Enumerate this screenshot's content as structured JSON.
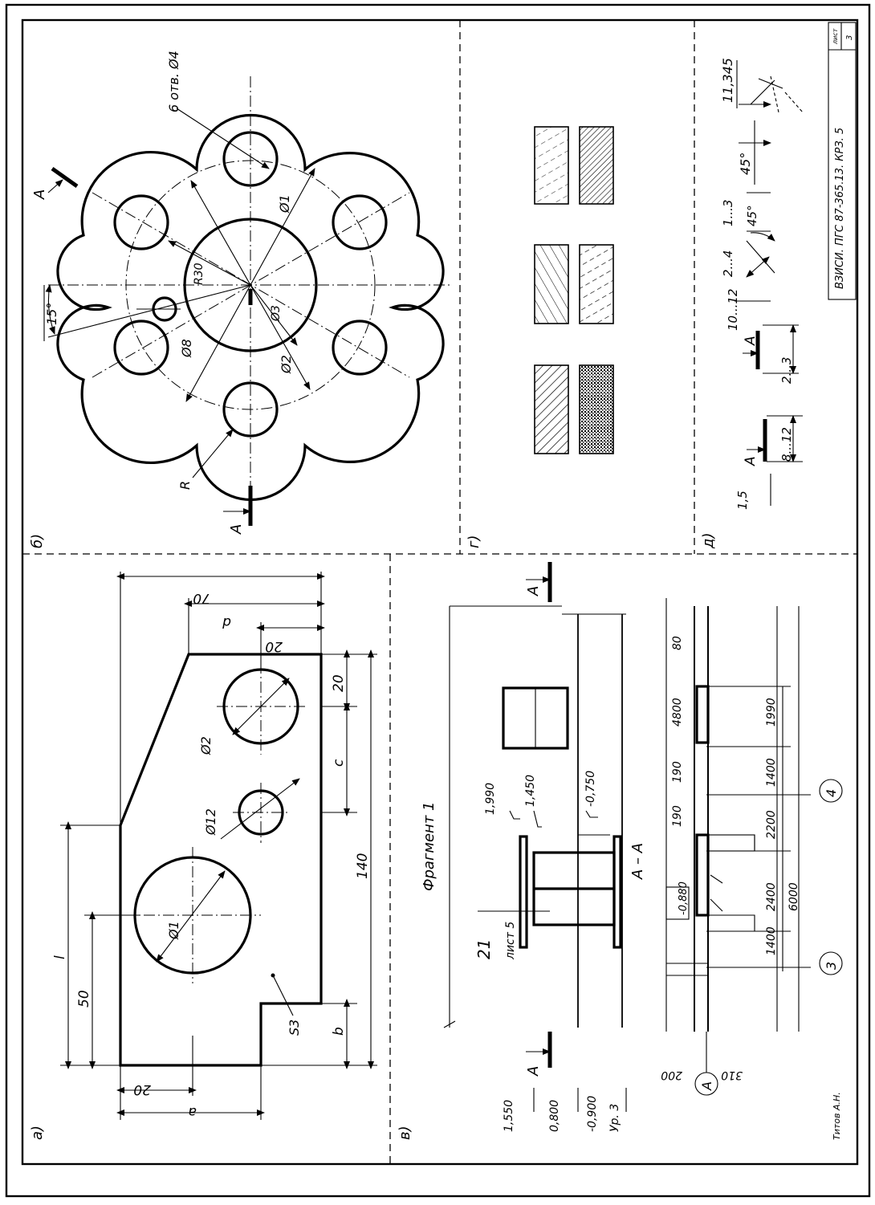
{
  "sheet": {
    "title": "ВЗИСИ. ПГС 87-365.13. КРЗ. 5",
    "sheet_label": "лист",
    "sheet_number": "3",
    "author": "Титов А.Н."
  },
  "panels": {
    "a": "а)",
    "b": "б)",
    "v": "в)",
    "g": "г)",
    "d": "д)"
  },
  "panel_a": {
    "dims": [
      "70",
      "d",
      "20",
      "20",
      "c",
      "140",
      "b",
      "50",
      "l",
      "20",
      "a"
    ],
    "labels": [
      "Ø2",
      "Ø12",
      "Ø1",
      "S3"
    ]
  },
  "panel_b": {
    "labels": [
      "6 отв. Ø4",
      "Ø1",
      "A",
      "15°",
      "R30",
      "Ø8",
      "Ø3",
      "Ø2",
      "R",
      "A"
    ]
  },
  "panel_v": {
    "title": "Фрагмент 1",
    "section_label": "А – А",
    "levels": [
      "1,990",
      "1,450",
      "-0,750",
      "1,550",
      "0,800",
      "-0,900",
      "Ур. 3",
      "-0,880"
    ],
    "callout": {
      "number": "21",
      "sheet": "лист 5"
    },
    "dims_bottom": [
      "80",
      "4800",
      "190",
      "190",
      "1990",
      "1400",
      "2200",
      "2400",
      "1400",
      "6000",
      "200",
      "310"
    ],
    "axes": [
      "4",
      "3",
      "A"
    ],
    "section_marks": [
      "A",
      "A"
    ]
  },
  "panel_d": {
    "labels": [
      "11,345",
      "45°",
      "45°",
      "1...3",
      "2...4",
      "10...12",
      "2...3",
      "8...12",
      "1,5",
      "A",
      "A"
    ]
  }
}
